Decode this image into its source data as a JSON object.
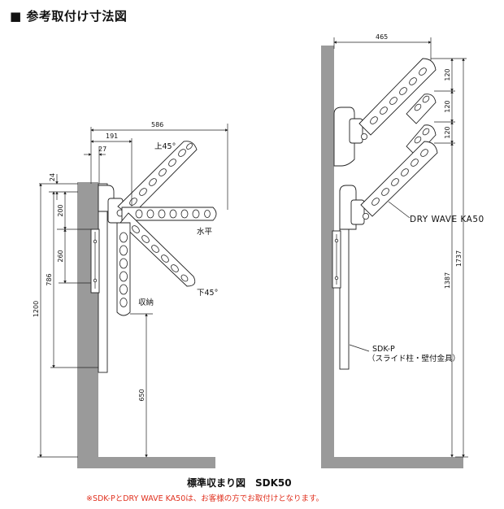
{
  "title": "■ 参考取付け寸法図",
  "left_figure": {
    "dims": {
      "w586": "586",
      "w191": "191",
      "w27": "27",
      "h24": "24",
      "h200": "200",
      "h260": "260",
      "h786": "786",
      "h1200": "1200",
      "h650": "650"
    },
    "labels": {
      "up45": "上45°",
      "horizontal": "水平",
      "down45": "下45°",
      "stowed": "収納"
    }
  },
  "right_figure": {
    "dims": {
      "w465": "465",
      "h120a": "120",
      "h120b": "120",
      "h120c": "120",
      "h1387": "1387",
      "h1737": "1737"
    },
    "labels": {
      "product": "DRY WAVE KA50",
      "pole_name": "SDK-P",
      "pole_desc": "（スライド柱・壁付金具）"
    }
  },
  "caption": "標準収まり図　SDK50",
  "note": "※SDK-PとDRY WAVE KA50は、お客様の方でお取付けとなります。"
}
